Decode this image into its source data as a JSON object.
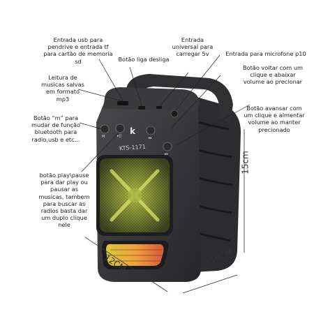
{
  "annotations": {
    "usb": "Entrada usb para pendrive e entrada tf para cartão de memoria sd",
    "power": "Botão liga desliga",
    "charge": "Entrada universal para carregar 5v",
    "mic": "Entrada para microfone p10",
    "prev": "Botão voltar com um clique e abaixar volume ao precionar",
    "next": "Botão avansar com um clique e almentar volume ao manter precionado",
    "reading": "Leitura de musicas salvas em formato mp3",
    "mode": "Botão “m” para mudar de função bluetooth para radio,usb e etc...",
    "play": "botão play\\pause para dar play ou pausar as musicas, tambem para buscar as radios basta dar um duplo clique nele"
  },
  "device": {
    "model": "KTS-1171",
    "brand_mark": "k"
  },
  "dimensions": {
    "width": "12CM",
    "depth": "10CM",
    "height": "15cm"
  },
  "colors": {
    "body": "#3c3c3e",
    "grille": "#6f7a3a",
    "led_top": "#c8d84a",
    "led_bottom": "#e8a030"
  }
}
